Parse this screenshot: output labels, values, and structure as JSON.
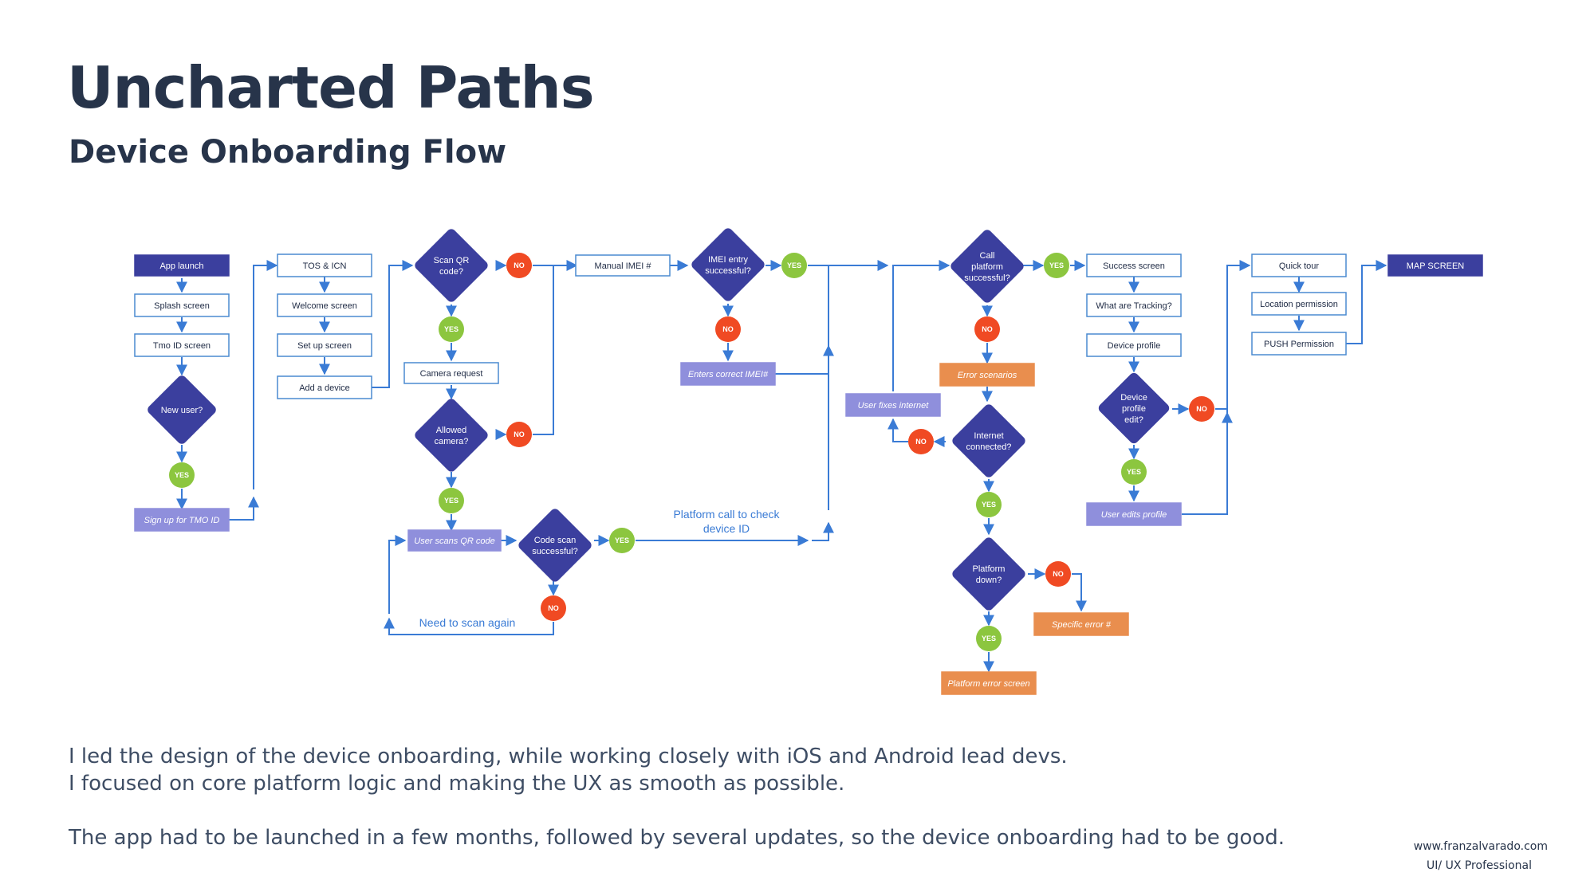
{
  "header": {
    "title": "Uncharted Paths",
    "subtitle": "Device Onboarding Flow"
  },
  "colors": {
    "navy": "#3b3f9e",
    "box_stroke": "#4a8ad0",
    "lavender": "#8f8fdc",
    "orange": "#e98e4e",
    "yes_green": "#8cc63f",
    "no_red": "#f04a23",
    "arrow": "#3a7bd5"
  },
  "flow": {
    "app_launch": "App launch",
    "splash_screen": "Splash screen",
    "tmo_id_screen": "Tmo ID screen",
    "new_user": [
      "New user?"
    ],
    "sign_up_tmo_id": "Sign up for TMO ID",
    "tos_icn": "TOS & ICN",
    "welcome_screen": "Welcome screen",
    "set_up_screen": "Set up screen",
    "add_a_device": "Add a device",
    "scan_qr_code": [
      "Scan QR",
      "code?"
    ],
    "camera_request": "Camera request",
    "allowed_camera": [
      "Allowed",
      "camera?"
    ],
    "user_scans_qr": "User scans QR code",
    "code_scan_successful": [
      "Code scan",
      "successful?"
    ],
    "manual_imei": "Manual IMEI #",
    "imei_entry_successful": [
      "IMEI entry",
      "successful?"
    ],
    "enters_correct_imei": "Enters correct IMEI#",
    "call_platform_successful": [
      "Call",
      "platform",
      "successful?"
    ],
    "error_scenarios": "Error scenarios",
    "internet_connected": [
      "Internet",
      "connected?"
    ],
    "user_fixes_internet": "User fixes internet",
    "platform_down": [
      "Platform",
      "down?"
    ],
    "specific_error": "Specific error #",
    "platform_error_screen": "Platform error screen",
    "success_screen": "Success screen",
    "what_are_tracking": "What are Tracking?",
    "device_profile": "Device profile",
    "device_profile_edit": [
      "Device",
      "profile",
      "edit?"
    ],
    "user_edits_profile": "User edits profile",
    "quick_tour": "Quick tour",
    "location_permission": "Location permission",
    "push_permission": "PUSH Permission",
    "map_screen": "MAP SCREEN",
    "yes": "YES",
    "no": "NO",
    "platform_call_check": [
      "Platform call to check",
      "device ID"
    ],
    "need_to_scan_again": "Need to scan again"
  },
  "description": {
    "line1": "I led the design of the device onboarding, while working closely with iOS and Android lead devs.",
    "line2": "I focused on core platform logic and making the UX as smooth as possible.",
    "line3": "The app had to be launched in a few months, followed by several updates, so the device onboarding had to be good."
  },
  "footer": {
    "website": "www.franzalvarado.com",
    "role": "UI/ UX Professional"
  }
}
